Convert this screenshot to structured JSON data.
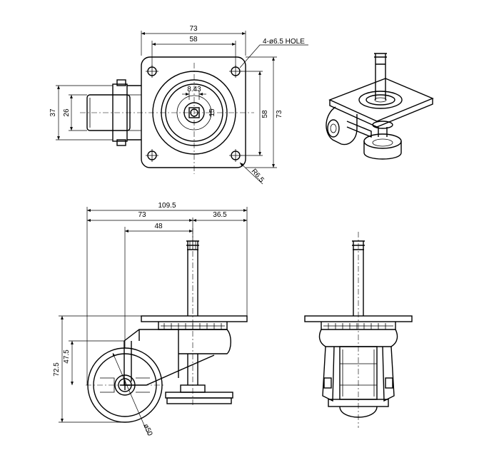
{
  "drawing": {
    "top_view": {
      "width_outer": "73",
      "width_inner": "58",
      "hole_note": "4-ø6.5 HOLE",
      "center_bore": "8.43",
      "center_small": "15",
      "height_inner": "58",
      "height_outer": "73",
      "corner_radius": "R6.5",
      "wheel_width_outer": "37",
      "wheel_width_inner": "26"
    },
    "side_view": {
      "overall_length": "109.5",
      "plate_length": "73",
      "offset_right": "36.5",
      "swivel_offset": "48",
      "total_height": "72.5",
      "axle_height": "47.5",
      "wheel_diameter": "ø50"
    }
  }
}
